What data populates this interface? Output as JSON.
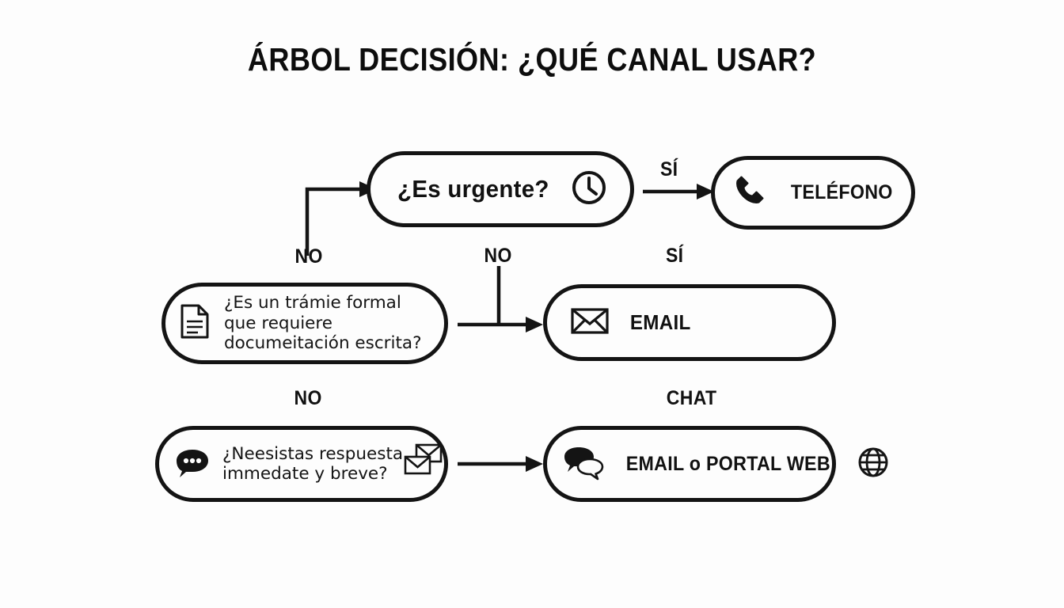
{
  "title": "ÁRBOL DECISIÓN: ¿QUÉ CANAL USAR?",
  "colors": {
    "background": "#fdfdfd",
    "ink": "#141414",
    "stroke": "#141414"
  },
  "nodes": {
    "urgent": {
      "id": "es-urgente",
      "text": "¿Es urgente?",
      "icon": "clock-icon",
      "style": "bold"
    },
    "phone": {
      "id": "telefono",
      "text": "TELÉFONO",
      "icon": "phone-icon",
      "style": "bold"
    },
    "formal": {
      "id": "tramite-formal",
      "lines": [
        "¿Es un trámie formal",
        "que requiere",
        "documeitación escrita?"
      ],
      "icon": "document-icon",
      "style": "regular"
    },
    "email": {
      "id": "email",
      "text": "EMAIL",
      "icon": "envelope-icon",
      "style": "bold"
    },
    "immediate": {
      "id": "respuesta-inmediata",
      "lines": [
        "¿Neesistas respuesta",
        "immedate y breve?"
      ],
      "icon_left": "speech-bubble-icon",
      "icon_right": "double-envelope-icon",
      "style": "regular"
    },
    "emailweb": {
      "id": "email-o-portal-web",
      "text": "EMAIL o PORTAL WEB",
      "icon_left": "speech-bubbles-icon",
      "icon_right": "globe-icon",
      "style": "bold"
    }
  },
  "edge_labels": {
    "no_entry": "NO",
    "si_top": "SÍ",
    "no_urgent_down": "NO",
    "si_under_phone": "SÍ",
    "no_formal_down": "NO",
    "chat": "CHAT"
  }
}
